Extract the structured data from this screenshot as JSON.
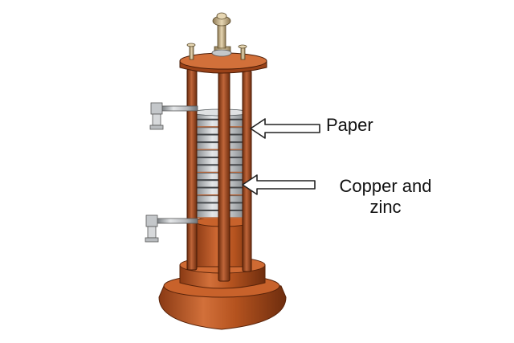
{
  "labels": {
    "paper": "Paper",
    "copper_zinc_line1": "Copper and",
    "copper_zinc_line2": "zinc"
  },
  "colors": {
    "copper_light": "#d2703a",
    "copper": "#b5531f",
    "copper_dark": "#7a3311",
    "rod": "#8a3f1c",
    "rod_light": "#c0663a",
    "disc_metal": "#b9bcbf",
    "disc_dark": "#6f7478",
    "disc_light": "#e4e6e8",
    "arrow_fill": "#ffffff",
    "arrow_stroke": "#222222",
    "brass": "#c9b38a"
  }
}
